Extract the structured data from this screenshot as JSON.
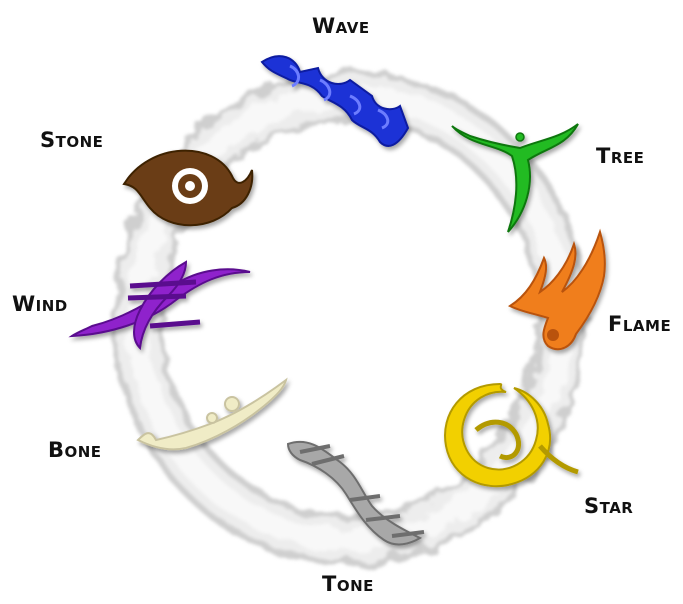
{
  "diagram": {
    "elements": [
      {
        "id": "wave",
        "label": "Wave",
        "color": "#1f33d6",
        "icon": "wave-glyph-icon"
      },
      {
        "id": "tree",
        "label": "Tree",
        "color": "#22bb22",
        "icon": "tree-glyph-icon"
      },
      {
        "id": "flame",
        "label": "Flame",
        "color": "#f07e1c",
        "icon": "flame-glyph-icon"
      },
      {
        "id": "star",
        "label": "Star",
        "color": "#f2d000",
        "icon": "star-glyph-icon"
      },
      {
        "id": "tone",
        "label": "Tone",
        "color": "#a8a8a8",
        "icon": "tone-glyph-icon"
      },
      {
        "id": "bone",
        "label": "Bone",
        "color": "#f0ecc6",
        "icon": "bone-glyph-icon"
      },
      {
        "id": "wind",
        "label": "Wind",
        "color": "#8f22cc",
        "icon": "wind-glyph-icon"
      },
      {
        "id": "stone",
        "label": "Stone",
        "color": "#6b3e12",
        "icon": "stone-glyph-icon"
      }
    ],
    "ring_color": "#e9e9e9"
  }
}
